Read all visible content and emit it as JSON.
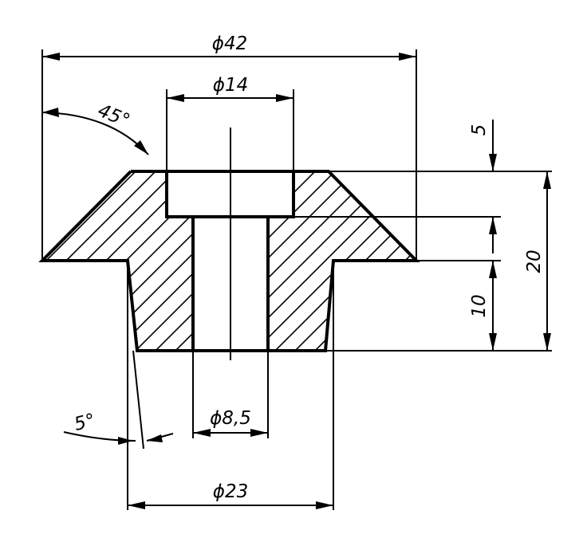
{
  "drawing": {
    "dimensions": {
      "dia_42": "ϕ42",
      "dia_14": "ϕ14",
      "dia_8_5": "ϕ8,5",
      "dia_23": "ϕ23",
      "angle_45": "45°",
      "angle_5": "5°",
      "len_5": "5",
      "len_10": "10",
      "len_20": "20"
    }
  }
}
